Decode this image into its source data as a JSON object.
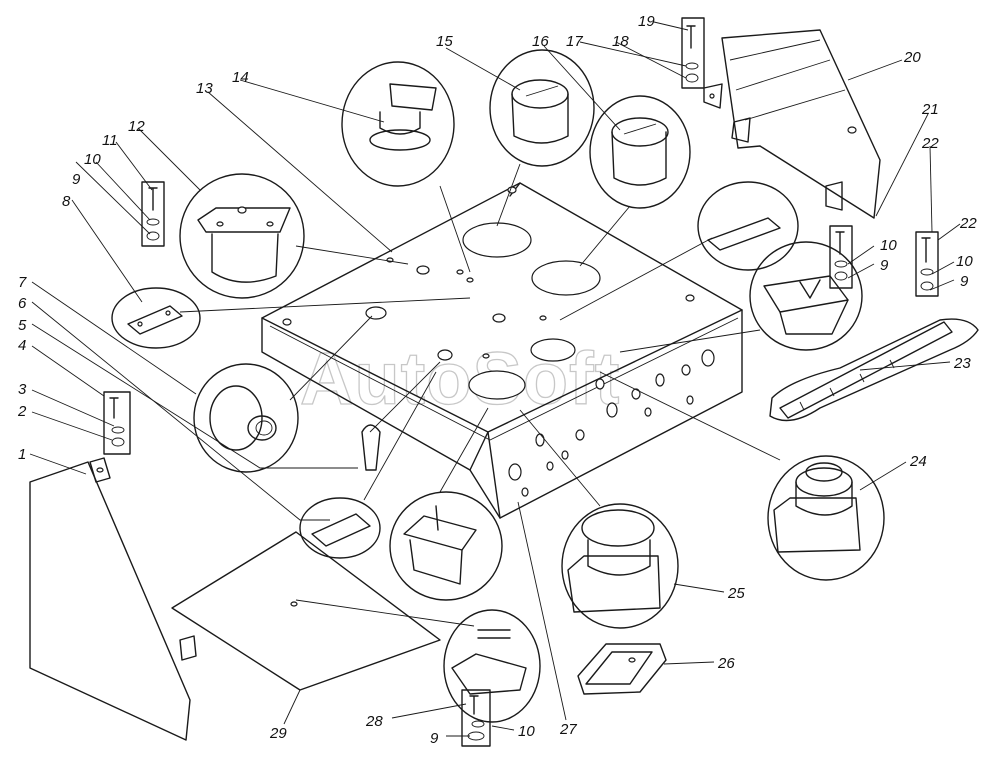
{
  "watermark": "AutoSoft",
  "callouts": {
    "c1": "1",
    "c2": "2",
    "c3": "3",
    "c4": "4",
    "c5": "5",
    "c6": "6",
    "c7": "7",
    "c8": "8",
    "c9a": "9",
    "c10a": "10",
    "c11": "11",
    "c12": "12",
    "c13": "13",
    "c14": "14",
    "c15": "15",
    "c16": "16",
    "c17": "17",
    "c18": "18",
    "c19": "19",
    "c20": "20",
    "c21": "21",
    "c22a": "22",
    "c22b": "22",
    "c10b": "10",
    "c9b": "9",
    "c10c": "10",
    "c9c": "9",
    "c23": "23",
    "c24": "24",
    "c25": "25",
    "c26": "26",
    "c27": "27",
    "c28": "28",
    "c9d": "9",
    "c10d": "10",
    "c29": "29"
  }
}
